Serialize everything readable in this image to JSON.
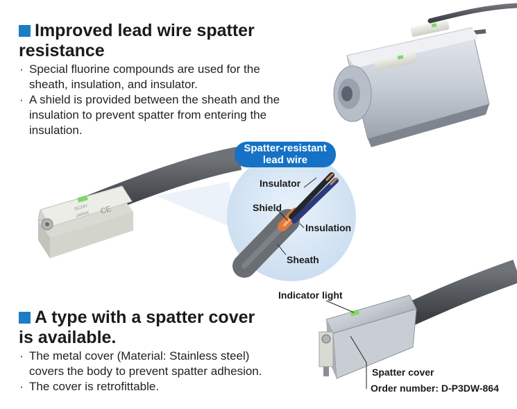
{
  "section1": {
    "title": "Improved lead wire spatter resistance",
    "bullets": [
      "Special fluorine compounds are used for the sheath, insulation, and insulator.",
      "A shield is provided between the sheath and the insulation to prevent spatter from entering the insulation."
    ]
  },
  "diagram1": {
    "badge": "Spatter-resistant lead wire",
    "labels": {
      "insulator": "Insulator",
      "shield": "Shield",
      "insulation": "Insulation",
      "sheath": "Sheath"
    }
  },
  "section2": {
    "title": "A type with a spatter cover is available.",
    "bullets": [
      "The metal cover (Material: Stainless steel) covers the body to prevent spatter adhesion.",
      "The cover is retrofittable."
    ]
  },
  "diagram2": {
    "indicator_label": "Indicator light",
    "cover_label": "Spatter cover",
    "order_label": "Order number: D-P3DW-864"
  },
  "colors": {
    "accent_blue": "#1b7ec4",
    "indicator_green": "#7fd86a"
  }
}
